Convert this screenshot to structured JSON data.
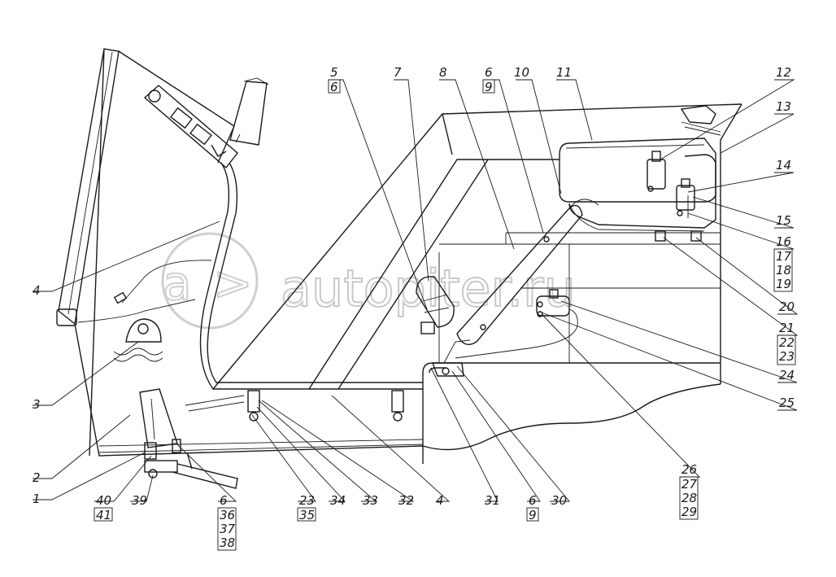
{
  "watermark": {
    "text": "autopiter.ru"
  },
  "callouts": [
    {
      "id": "c1",
      "labels": [
        "1"
      ],
      "boxed": [
        false
      ]
    },
    {
      "id": "c2",
      "labels": [
        "2"
      ],
      "boxed": [
        false
      ]
    },
    {
      "id": "c3",
      "labels": [
        "3"
      ],
      "boxed": [
        false
      ]
    },
    {
      "id": "c4a",
      "labels": [
        "4"
      ],
      "boxed": [
        false
      ]
    },
    {
      "id": "c4b",
      "labels": [
        "4"
      ],
      "boxed": [
        false
      ]
    },
    {
      "id": "c5",
      "labels": [
        "5",
        "6"
      ],
      "boxed": [
        false,
        true
      ]
    },
    {
      "id": "c7",
      "labels": [
        "7"
      ],
      "boxed": [
        false
      ]
    },
    {
      "id": "c8",
      "labels": [
        "8"
      ],
      "boxed": [
        false
      ]
    },
    {
      "id": "c6top",
      "labels": [
        "6",
        "9"
      ],
      "boxed": [
        false,
        true
      ]
    },
    {
      "id": "c10",
      "labels": [
        "10"
      ],
      "boxed": [
        false
      ]
    },
    {
      "id": "c11",
      "labels": [
        "11"
      ],
      "boxed": [
        false
      ]
    },
    {
      "id": "c12",
      "labels": [
        "12"
      ],
      "boxed": [
        false
      ]
    },
    {
      "id": "c13",
      "labels": [
        "13"
      ],
      "boxed": [
        false
      ]
    },
    {
      "id": "c14",
      "labels": [
        "14"
      ],
      "boxed": [
        false
      ]
    },
    {
      "id": "c15",
      "labels": [
        "15"
      ],
      "boxed": [
        false
      ]
    },
    {
      "id": "c16",
      "labels": [
        "16",
        "17",
        "18",
        "19"
      ],
      "boxed": [
        false,
        true,
        true,
        true
      ]
    },
    {
      "id": "c20",
      "labels": [
        "20"
      ],
      "boxed": [
        false
      ]
    },
    {
      "id": "c21",
      "labels": [
        "21",
        "22",
        "23"
      ],
      "boxed": [
        false,
        true,
        true
      ]
    },
    {
      "id": "c24",
      "labels": [
        "24"
      ],
      "boxed": [
        false
      ]
    },
    {
      "id": "c25",
      "labels": [
        "25"
      ],
      "boxed": [
        false
      ]
    },
    {
      "id": "c26",
      "labels": [
        "26",
        "27",
        "28",
        "29"
      ],
      "boxed": [
        false,
        true,
        true,
        true
      ]
    },
    {
      "id": "c30",
      "labels": [
        "30"
      ],
      "boxed": [
        false
      ]
    },
    {
      "id": "c6bot",
      "labels": [
        "6",
        "9"
      ],
      "boxed": [
        false,
        true
      ]
    },
    {
      "id": "c31",
      "labels": [
        "31"
      ],
      "boxed": [
        false
      ]
    },
    {
      "id": "c32",
      "labels": [
        "32"
      ],
      "boxed": [
        false
      ]
    },
    {
      "id": "c33",
      "labels": [
        "33"
      ],
      "boxed": [
        false
      ]
    },
    {
      "id": "c34",
      "labels": [
        "34"
      ],
      "boxed": [
        false
      ]
    },
    {
      "id": "c23",
      "labels": [
        "23",
        "35"
      ],
      "boxed": [
        false,
        true
      ]
    },
    {
      "id": "c6left",
      "labels": [
        "6",
        "36",
        "37",
        "38"
      ],
      "boxed": [
        false,
        true,
        true,
        true
      ]
    },
    {
      "id": "c39",
      "labels": [
        "39"
      ],
      "boxed": [
        false
      ]
    },
    {
      "id": "c40",
      "labels": [
        "40",
        "41"
      ],
      "boxed": [
        false,
        true
      ]
    }
  ]
}
